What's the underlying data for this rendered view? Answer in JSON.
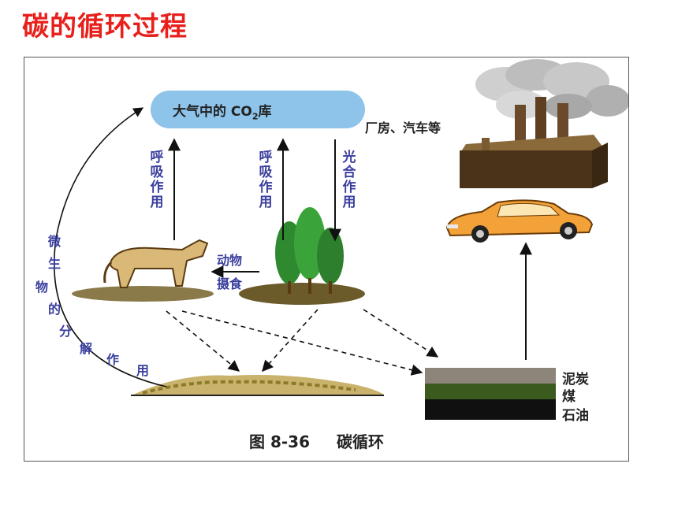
{
  "slide_title": "碳的循环过程",
  "reservoir_label": "大气中的 CO",
  "reservoir_sub": "2",
  "reservoir_suffix": "库",
  "factory_label": "厂房、汽车等",
  "respiration_left": "呼吸作用",
  "respiration_mid": "呼吸作用",
  "photosynthesis": "光合作用",
  "microbe_decomp": [
    "微",
    "生",
    "物",
    "的",
    "分",
    "解",
    "作",
    "用"
  ],
  "animal_feeding_1": "动物",
  "animal_feeding_2": "摄食",
  "fuel_labels": [
    "泥炭",
    "煤",
    "石油"
  ],
  "caption_fig": "图 8-36",
  "caption_name": "碳循环",
  "colors": {
    "title_red": "#e8201c",
    "cloud_blue": "#8ec3ea",
    "label_blue": "#3a3f9e"
  }
}
